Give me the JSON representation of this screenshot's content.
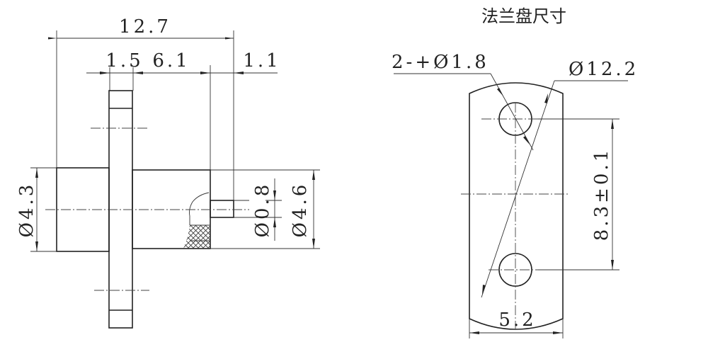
{
  "side_view": {
    "overall_length": "12.7",
    "flange_thickness": "1.5",
    "body_length": "6.1",
    "pin_length": "1.1",
    "left_diameter": "Ø4.3",
    "pin_diameter": "Ø0.8",
    "right_diameter": "Ø4.6"
  },
  "flange_view": {
    "title": "法兰盘尺寸",
    "hole_callout": "2-+Ø1.8",
    "flange_diameter": "Ø12.2",
    "hole_spacing": "8.3±0.1",
    "flange_width": "5.2"
  }
}
